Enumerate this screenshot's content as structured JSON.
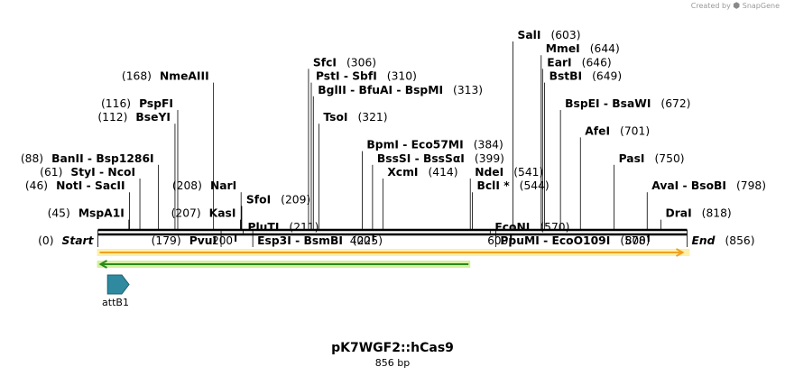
{
  "credit": {
    "prefix": "Created by",
    "brand": "SnapGene"
  },
  "plasmid": {
    "name": "pK7WGF2::hCas9",
    "length_label": "856 bp",
    "length": 856
  },
  "axis": {
    "ticks": [
      {
        "pos": 200,
        "label": "200"
      },
      {
        "pos": 400,
        "label": "400"
      },
      {
        "pos": 600,
        "label": "600"
      },
      {
        "pos": 800,
        "label": "800"
      }
    ]
  },
  "rows": [
    {
      "items": [
        {
          "name": "SalI",
          "pos": 603,
          "num": "(603)"
        }
      ]
    },
    {
      "items": [
        {
          "name": "MmeI",
          "pos": 644,
          "num": "(644)"
        }
      ]
    },
    {
      "items": [
        {
          "name": "SfcI",
          "pos": 306,
          "num": "(306)"
        },
        {
          "name": "EarI",
          "pos": 646,
          "num": "(646)"
        }
      ]
    },
    {
      "items": [
        {
          "name": "NmeAIII",
          "pos": 168,
          "num": "(168)",
          "left": true
        },
        {
          "name": "PstI  -  SbfI",
          "pos": 310,
          "num": "(310)"
        },
        {
          "name": "BstBI",
          "pos": 649,
          "num": "(649)"
        }
      ]
    },
    {
      "items": [
        {
          "name": "BglII  -  BfuAI  -  BspMI",
          "pos": 313,
          "num": "(313)"
        }
      ]
    },
    {
      "items": [
        {
          "name": "PspFI",
          "pos": 116,
          "num": "(116)",
          "left": true
        },
        {
          "name": "BspEI  -  BsaWI",
          "pos": 672,
          "num": "(672)"
        }
      ]
    },
    {
      "items": [
        {
          "name": "BseYI",
          "pos": 112,
          "num": "(112)",
          "left": true
        },
        {
          "name": "TsoI",
          "pos": 321,
          "num": "(321)"
        }
      ]
    },
    {
      "items": [
        {
          "name": "AfeI",
          "pos": 701,
          "num": "(701)"
        }
      ]
    },
    {
      "items": [
        {
          "name": "BpmI  -  Eco57MI",
          "pos": 384,
          "num": "(384)"
        }
      ]
    },
    {
      "items": [
        {
          "name": "BanII  -  Bsp1286I",
          "pos": 88,
          "num": "(88)",
          "left": true
        },
        {
          "name": "BssSI  -  BssSαI",
          "pos": 399,
          "num": "(399)"
        },
        {
          "name": "PasI",
          "pos": 750,
          "num": "(750)"
        }
      ]
    },
    {
      "items": [
        {
          "name": "StyI  -  NcoI",
          "pos": 61,
          "num": "(61)",
          "left": true
        },
        {
          "name": "XcmI",
          "pos": 414,
          "num": "(414)"
        },
        {
          "name": "NdeI",
          "pos": 541,
          "num": "(541)"
        }
      ]
    },
    {
      "items": [
        {
          "name": "NotI  -  SacII",
          "pos": 46,
          "num": "(46)",
          "left": true
        },
        {
          "name": "NarI",
          "pos": 208,
          "num": "(208)",
          "left": true
        },
        {
          "name": "BclI *",
          "pos": 544,
          "num": "(544)"
        },
        {
          "name": "AvaI  -  BsoBI",
          "pos": 798,
          "num": "(798)"
        }
      ]
    },
    {
      "items": [
        {
          "name": "SfoI",
          "pos": 209,
          "num": "(209)"
        }
      ]
    },
    {
      "items": [
        {
          "name": "MspA1I",
          "pos": 45,
          "num": "(45)",
          "left": true
        },
        {
          "name": "KasI",
          "pos": 207,
          "num": "(207)",
          "left": true
        },
        {
          "name": "DraI",
          "pos": 818,
          "num": "(818)"
        }
      ]
    },
    {
      "items": [
        {
          "name": "PluTI",
          "pos": 211,
          "num": "(211)"
        },
        {
          "name": "EcoNI",
          "pos": 570,
          "num": "(570)"
        }
      ]
    },
    {
      "items": [
        {
          "name": "Start",
          "pos": 0,
          "num": "(0)",
          "left": true,
          "site": true
        },
        {
          "name": "PvuI",
          "pos": 179,
          "num": "(179)",
          "left": true
        },
        {
          "name": "Esp3I  -  BsmBI",
          "pos": 225,
          "num": "(225)"
        },
        {
          "name": "PpuMI  -  EcoO109I",
          "pos": 578,
          "num": "(578)"
        },
        {
          "name": "End",
          "pos": 856,
          "num": "(856)",
          "site": true
        }
      ]
    }
  ],
  "features": [
    {
      "kind": "arrow",
      "direction": "forward",
      "start": 0,
      "end": 856,
      "color": "#f0a020",
      "highlight": "#fdf0a8"
    },
    {
      "kind": "arrow",
      "direction": "reverse",
      "start": 0,
      "end": 541,
      "color": "#2a8a1a",
      "highlight": "#d4f0a0"
    },
    {
      "kind": "box-arrow",
      "direction": "forward",
      "start": 16,
      "end": 40,
      "color": "#2f8aa0",
      "label": "attB1"
    }
  ]
}
